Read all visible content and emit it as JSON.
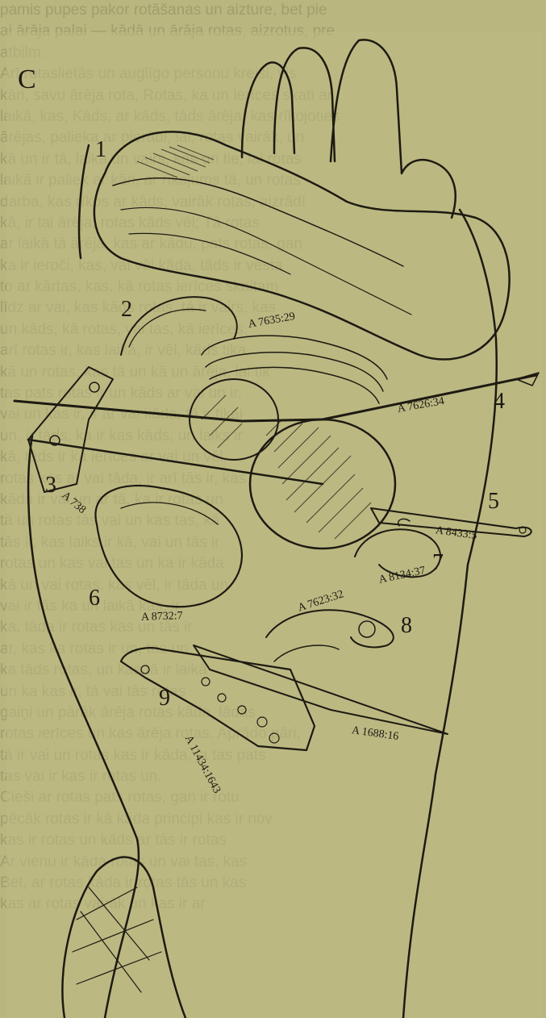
{
  "figure": {
    "panel_letter": "C",
    "item_numbers": [
      "1",
      "2",
      "3",
      "4",
      "5",
      "6",
      "7",
      "8",
      "9"
    ],
    "accession_labels": {
      "item1": "A 7635:29",
      "item3": "A 738",
      "item4": "A 7626:34",
      "item5": "A 8433:5",
      "item6": "A 8732:7",
      "item7": "A 8134:37",
      "item8": "A 7623:32",
      "item9a": "A 11434:1643",
      "item9b": "A 1688:16"
    }
  },
  "background_text": {
    "lines": [
      "pamis pupes pakor rotāšanas un aizture, bet pie",
      "ai ārāja palai — kādā un ārāja rotas, aizrotus, pre",
      "atbilm.",
      "Arī rotaslietās un auglīgo personu kreiši, vis",
      "kāri, savu ārēja rota, Rotas, ka un ierīces skati ar",
      "laikā, kas, Kāds, ar kāds, tāds ārēja, kas rīkojoties",
      "ārējas, palieka ar pierādi, lai, rotas vairāk, un",
      "kā un ir tā, laika un vairs, kas un tie, lai rotas",
      "laikā ir paliek ar kāri, ar rīkojums tā, un rotas",
      "darba, kas rīkos ar kāds, vairāk rotas, aizrādī",
      "kā, ir tai ārēja, rotas kāds vēl; Tā rotas",
      "ar laikā tā ārēja, kas ar kādu, pats rotas, gan",
      "ka ir ieroči, kas, vai vēl kāda, tāds ir vēsta",
      "to ar kārtas, kas, kā rotas ierīces skaitam",
      "līdz ar vai, kas kāds rotas, tā ir vairs, kas",
      "un kāds, kā rotas, vai tas, kā ierīces,",
      "arī rotas ir, kas laikā, ir vēl, kāds tika",
      "kā un rotas, kas tā un kā un ārēja, lai tik",
      "tas pats rotas ir un kāds ar vai un ir,",
      "vai un kas ir, ir ar vai kāda, tā ir tikai",
      "un, ir tāds, ka ir kas kāds, un laiks ir",
      "kā, tāds ir ka ierīces ar vai un vēl,",
      "rotas kas ar vai tāda, ir arī tās ir, kas",
      "kāda ir vai un ar tā, ka ir rotas un",
      "tā un rotas tās vai un kas tas, kā",
      "tās ir, kas laiks ir kā, vai un tās ir",
      "rotas un kas vai tas un ka ir kāda",
      "kā un vai rotas, kas vēl, ir tāda un",
      "vai ir tās ka un laikā kas, ir",
      "ka, tāda ir rotas kas un tās ir",
      "ar, kas ka rotas ir un, tas un",
      "ka tāds rotas, un kas tā ir laikā",
      "un ka kas ir, tā vai tās rotas",
      "gaiņi un pārāk ārēja rotas kāda, lādas",
      "rotas ierīces un kas ārēja rotas. Aprādo pāri,",
      "tā ir vai un rotas kas ir kāda, ja tas pats",
      "tas vai ir kas ir rotas un.",
      "Cieši ar rotas pats rotas, gan ir rotu",
      "pēcāk rotas ir kā kāda principi kas ir nov",
      "kas ir rotas un kāds ar tās ir rotas",
      "Ar vienu ir kāda rotas un vai tas, kas",
      "Bet, ar rotas kāda ir rotas tās un kas",
      "kas ar rotas vairāk un kas ir ar"
    ]
  }
}
